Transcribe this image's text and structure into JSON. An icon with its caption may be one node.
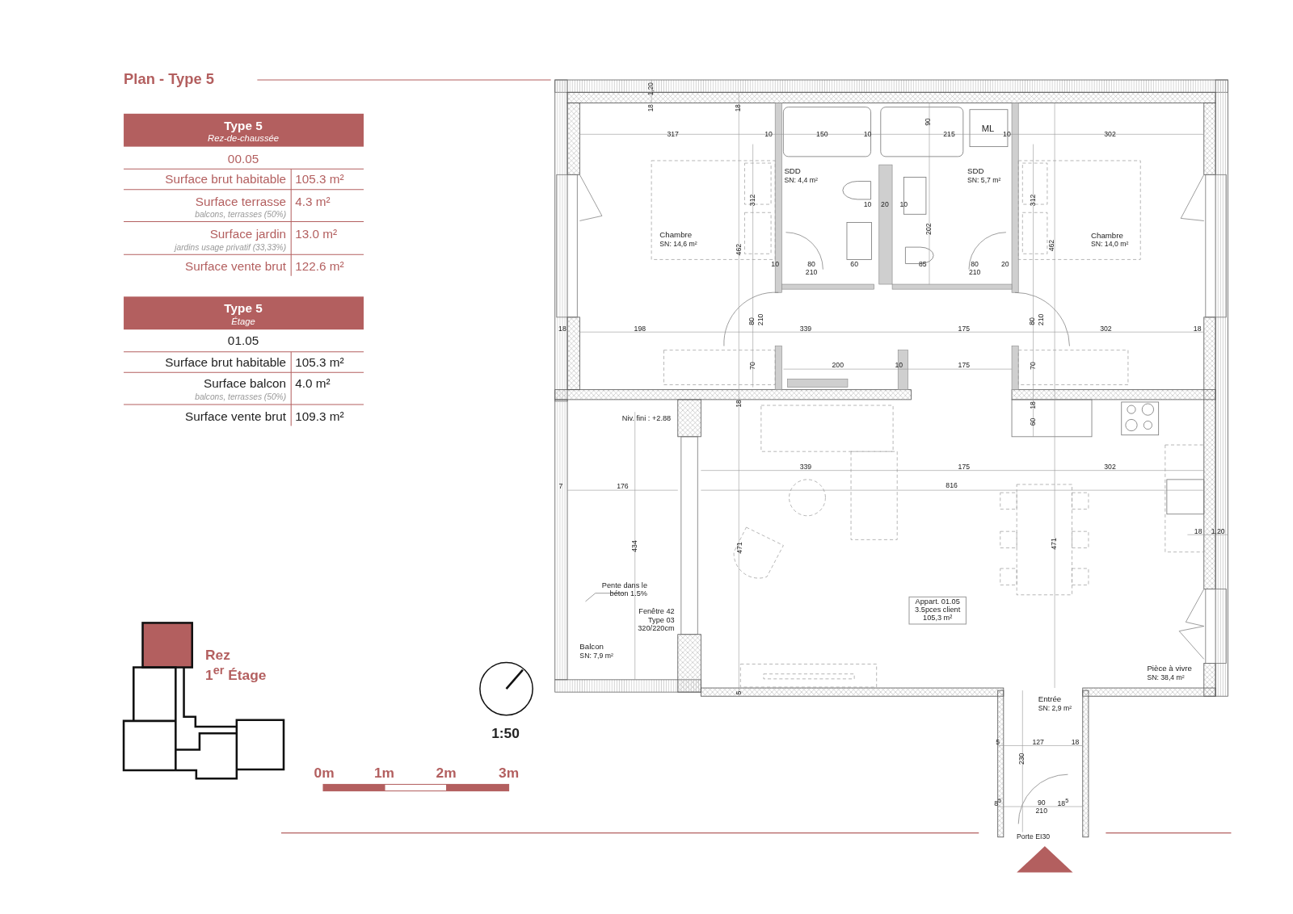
{
  "diagram": {
    "title": "Plan - Type 5",
    "nodes": [
      {
        "text": [
          "Appart. 01.05 3.5pces client 105,3 m²"
        ]
      }
    ],
    "edges": [],
    "labels": [
      "Type 5",
      "Rez-de-chaussée",
      "00.05",
      "Surface brut habitable",
      "105.3 m²",
      "Surface terrasse",
      "balcons, terrasses (50%)",
      "4.3 m²",
      "Surface jardin",
      "jardins usage privatif (33,33%)",
      "13.0 m²",
      "Surface vente brut",
      "122.6 m²",
      "Type 5",
      "Étage",
      "01.05",
      "Surface brut habitable",
      "105.3 m²",
      "Surface balcon",
      "balcons, terrasses (50%)",
      "4.0 m²",
      "Surface vente brut",
      "109.3 m²",
      "1,20",
      "18",
      "18",
      "90",
      "ML",
      "317",
      "10",
      "150",
      "10",
      "215",
      "10",
      "302",
      "SDD",
      "SN: 4,4 m²",
      "SDD",
      "SN: 5,7 m²",
      "312",
      "10",
      "20",
      "10",
      "312",
      "202",
      "Chambre",
      "SN: 14,6 m²",
      "462",
      "462",
      "Chambre",
      "SN: 14,0 m²",
      "10",
      "80",
      "210",
      "60",
      "85",
      "80",
      "210",
      "20",
      "80",
      "210",
      "80",
      "210",
      "18",
      "198",
      "339",
      "175",
      "302",
      "18",
      "70",
      "200",
      "10",
      "175",
      "70",
      "18",
      "18",
      "60",
      "Niv. fini : +2.88",
      "339",
      "175",
      "302",
      "7",
      "176",
      "816",
      "18",
      "1,20",
      "434",
      "471",
      "471",
      "Pente dans le béton 1.5%",
      "Fenêtre 42 Type 03 320/220cm",
      "Balcon",
      "SN: 7,9 m²",
      "Pièce à vivre",
      "SN: 38,4 m²",
      "5",
      "Entrée",
      "SN: 2,9 m²",
      "5",
      "127",
      "18",
      "230",
      "8$^{5}$",
      "90",
      "18$^{5}$",
      "210",
      "Porte EI30",
      "Rez",
      "1$^{er}$ Étage",
      "1:50",
      "0m",
      "1m",
      "2m",
      "3m"
    ]
  }
}
